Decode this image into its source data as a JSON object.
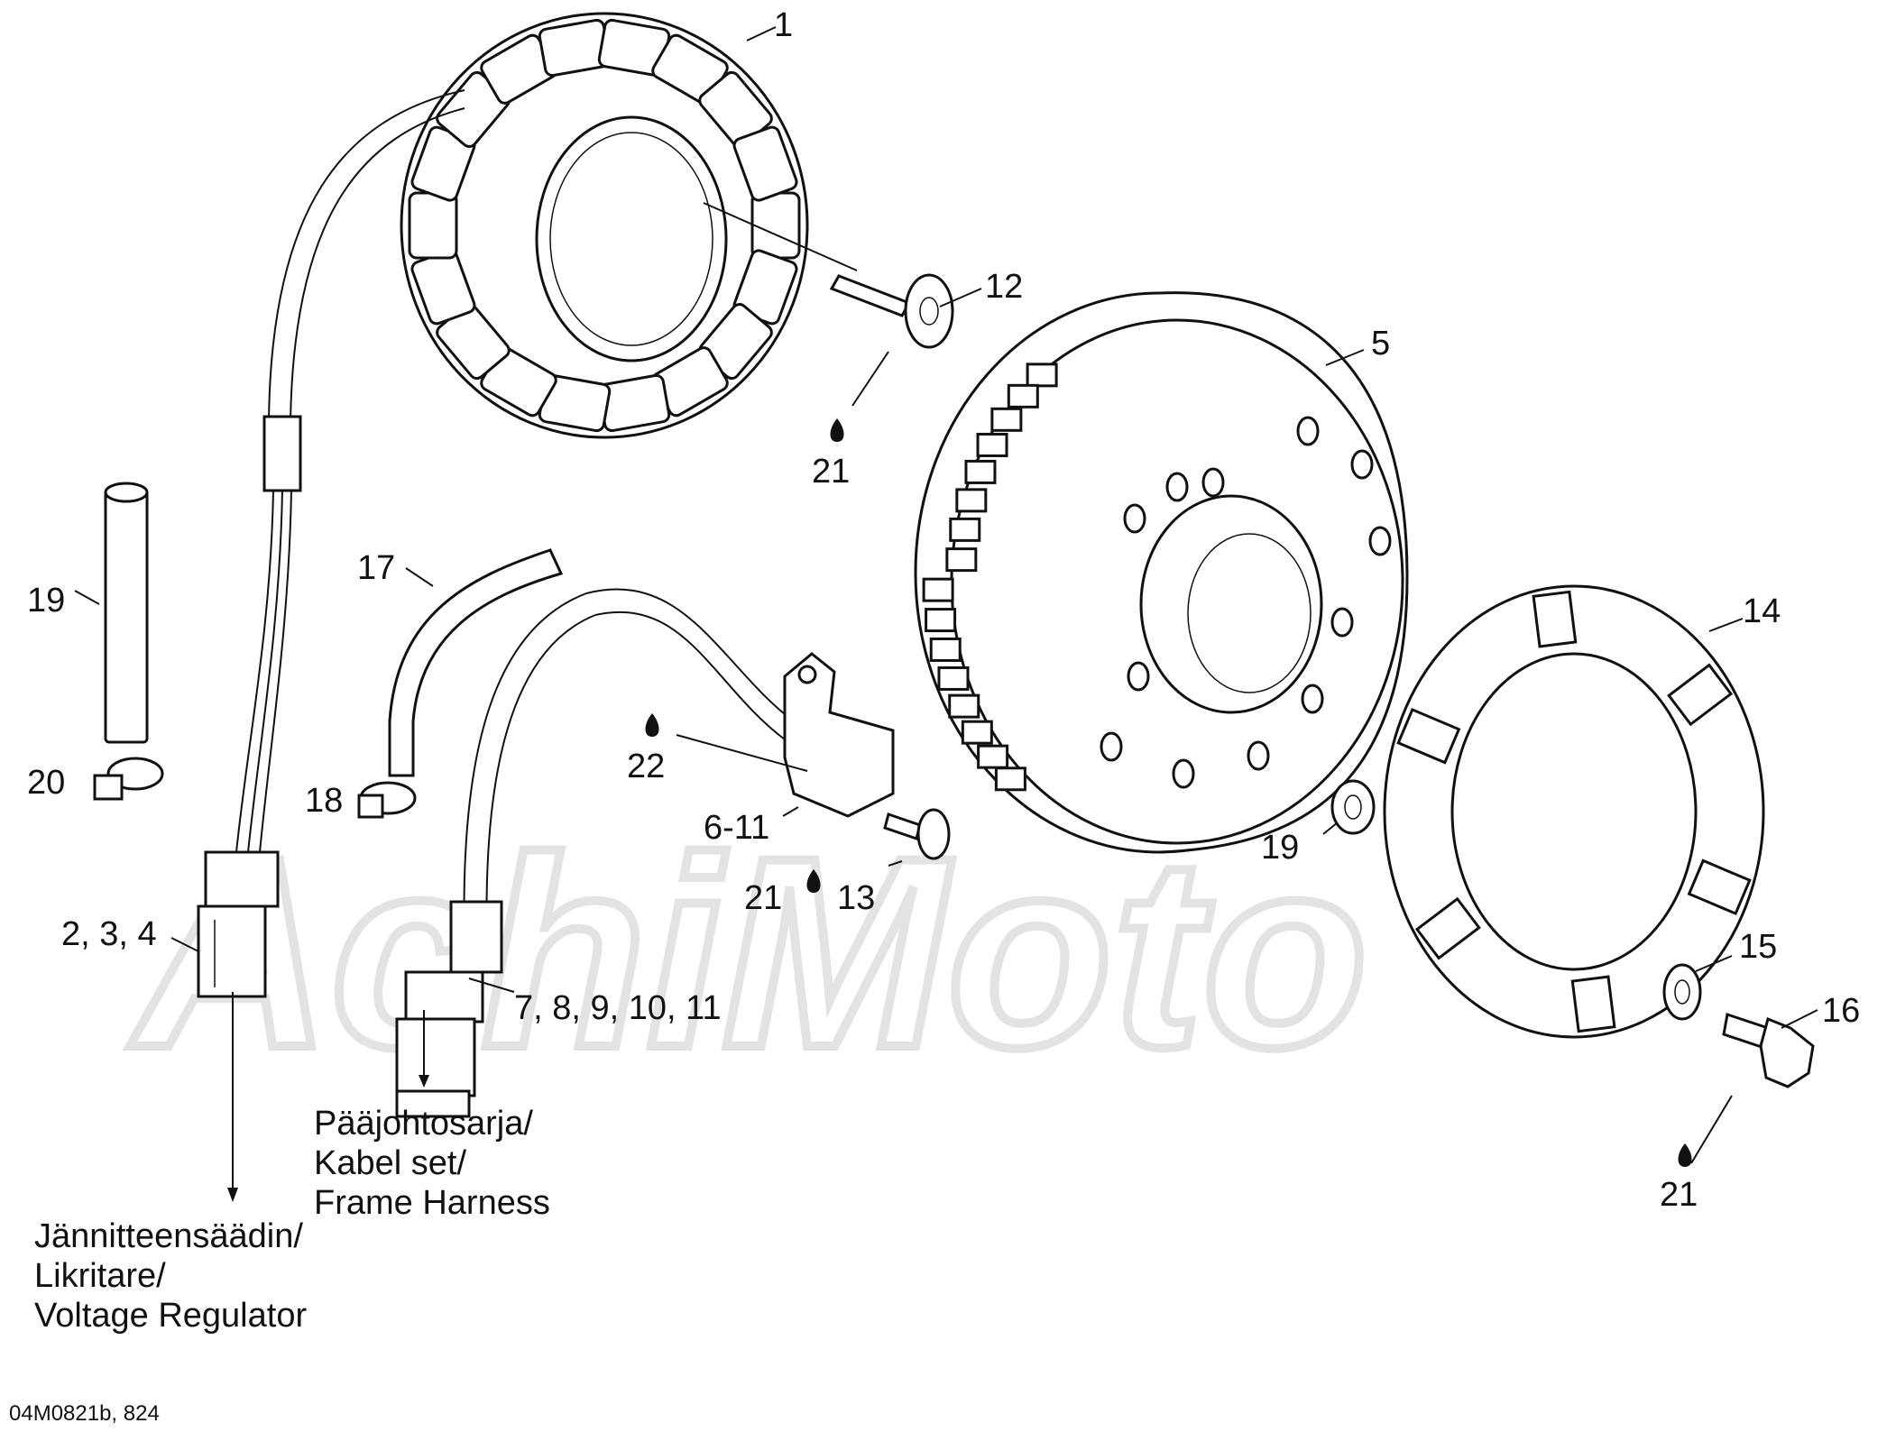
{
  "watermark": "AchiMoto",
  "diagram_code": "04M0821b, 824",
  "callouts": [
    {
      "id": "c1",
      "label": "1"
    },
    {
      "id": "c12",
      "label": "12"
    },
    {
      "id": "c21a",
      "label": "21"
    },
    {
      "id": "c5",
      "label": "5"
    },
    {
      "id": "c19a",
      "label": "19"
    },
    {
      "id": "c17",
      "label": "17"
    },
    {
      "id": "c14",
      "label": "14"
    },
    {
      "id": "c22",
      "label": "22"
    },
    {
      "id": "c20",
      "label": "20"
    },
    {
      "id": "c18",
      "label": "18"
    },
    {
      "id": "c611",
      "label": "6-11"
    },
    {
      "id": "c19b",
      "label": "19"
    },
    {
      "id": "c21b",
      "label": "21"
    },
    {
      "id": "c13",
      "label": "13"
    },
    {
      "id": "c234",
      "label": "2, 3, 4"
    },
    {
      "id": "c15",
      "label": "15"
    },
    {
      "id": "c16",
      "label": "16"
    },
    {
      "id": "c7811",
      "label": "7, 8, 9, 10, 11"
    },
    {
      "id": "c21c",
      "label": "21"
    }
  ],
  "notes": {
    "harness": [
      "Pääjohtosarja/",
      "Kabel set/",
      "Frame Harness"
    ],
    "regulator": [
      "Jännitteensäädin/",
      "Likritare/",
      "Voltage Regulator"
    ]
  }
}
